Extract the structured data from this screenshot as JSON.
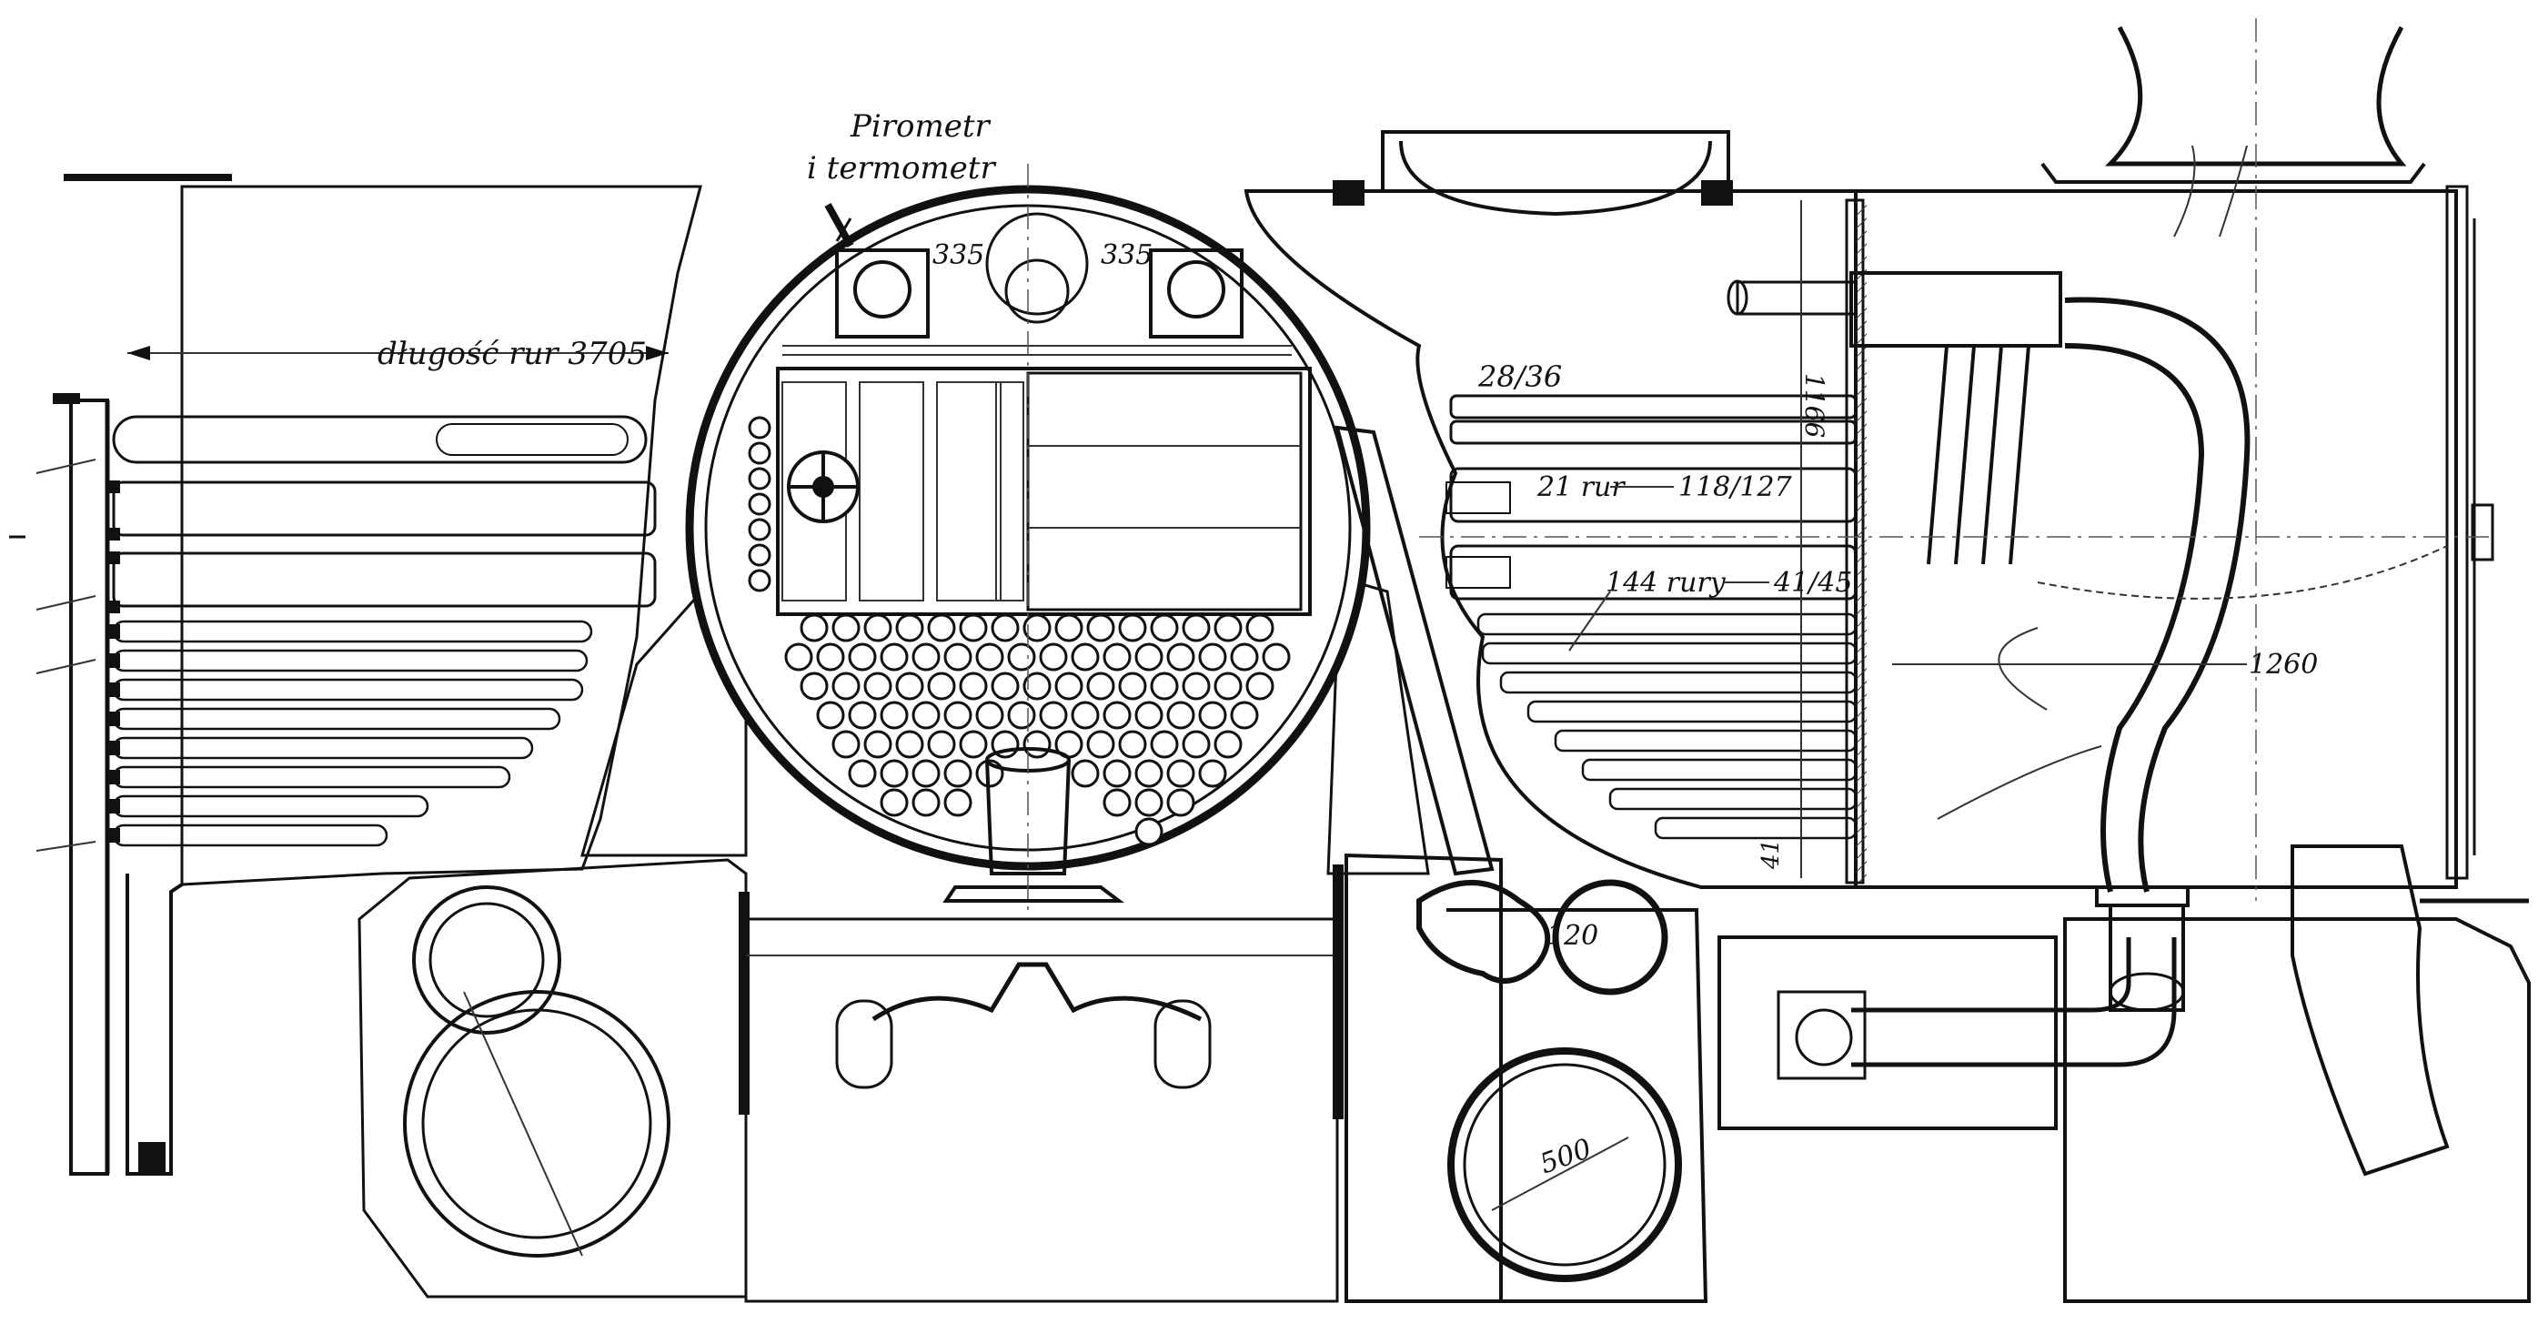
{
  "labels": {
    "pyrometer": "Pirometr",
    "thermometer": "i termometr",
    "tube_length": "długość rur 3705",
    "dim_335_left": "335",
    "dim_335_right": "335",
    "dim_28_36": "28/36",
    "tubes_21": "21 rur",
    "dim_118_127": "118/127",
    "tubes_144": "144 rury",
    "dim_41_45": "41/45",
    "dim_1260": "1260",
    "dim_120": "120",
    "dim_500": "500",
    "dim_1166": "1166",
    "dim_41": "41"
  },
  "colors": {
    "ink": "#111111",
    "paper": "#ffffff"
  }
}
